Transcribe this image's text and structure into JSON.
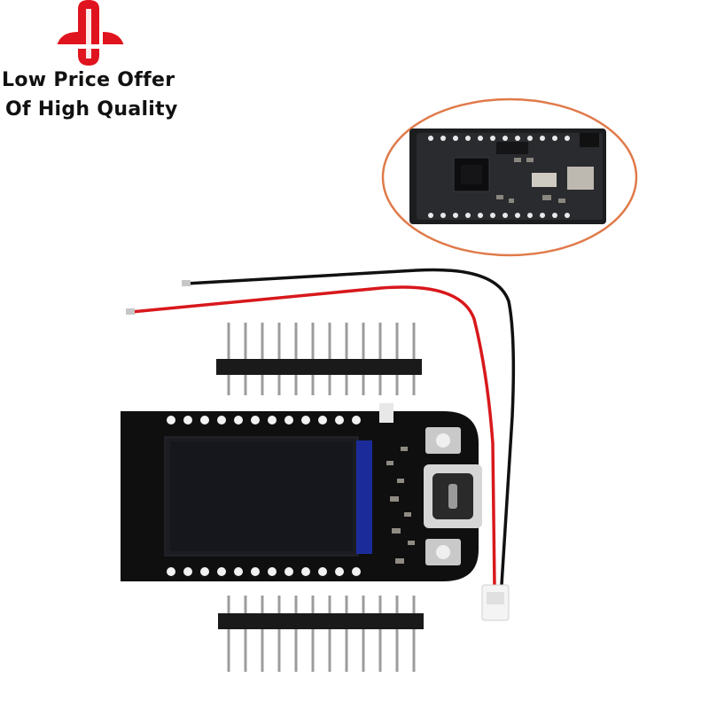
{
  "brand": {
    "logo_icon": "rocket-brand-logo",
    "accent": "#e0141e",
    "tagline_line1": "Low Price Offer",
    "tagline_line2": "Of High Quality"
  },
  "product": {
    "board_color": "#101010",
    "screen_color": "#16171c",
    "wire_red": "#d8181c",
    "wire_black": "#111111",
    "highlight_ring": "#e07a4a",
    "icons": [
      "esp32-board-back",
      "tft-display",
      "usb-c-port",
      "pin-header",
      "battery-cable"
    ]
  }
}
